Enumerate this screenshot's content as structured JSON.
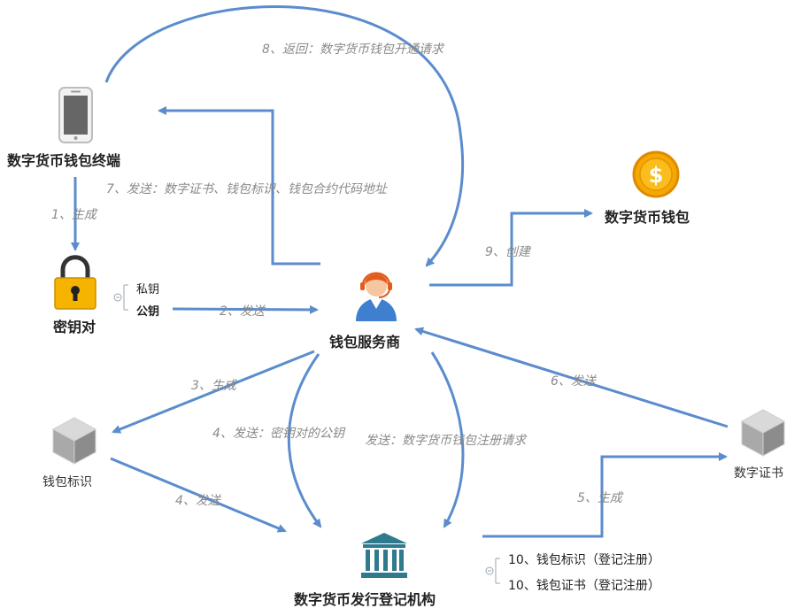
{
  "nodes": {
    "terminal": "数字货币钱包终端",
    "keypair": "密钥对",
    "service": "钱包服务商",
    "wallet": "数字货币钱包",
    "wallet_id": "钱包标识",
    "certificate": "数字证书",
    "registry": "数字货币发行登记机构"
  },
  "keypair_items": {
    "private": "私钥",
    "public": "公钥"
  },
  "registry_items": [
    "10、钱包标识（登记注册）",
    "10、钱包证书（登记注册）"
  ],
  "edges": {
    "e1": "1、生成",
    "e2": "2、发送",
    "e3": "3、生成",
    "e4a": "4、发送：密钥对的公钥",
    "e4b": "4、发送",
    "e4c": "发送：数字货币钱包注册请求",
    "e5": "5、生成",
    "e6": "6、发送",
    "e7": "7、发送：数字证书、钱包标识、钱包合约代码地址",
    "e8": "8、返回：数字货币钱包开通请求",
    "e9": "9、创建"
  },
  "colors": {
    "arrow": "#5b8ccd",
    "lock": "#f6b300",
    "coin": "#f5a800",
    "bank": "#2f7a8c",
    "cube": "#b5b5b5"
  },
  "icons": [
    "phone-icon",
    "lock-icon",
    "agent-icon",
    "coin-icon",
    "cube-icon",
    "bank-icon"
  ]
}
